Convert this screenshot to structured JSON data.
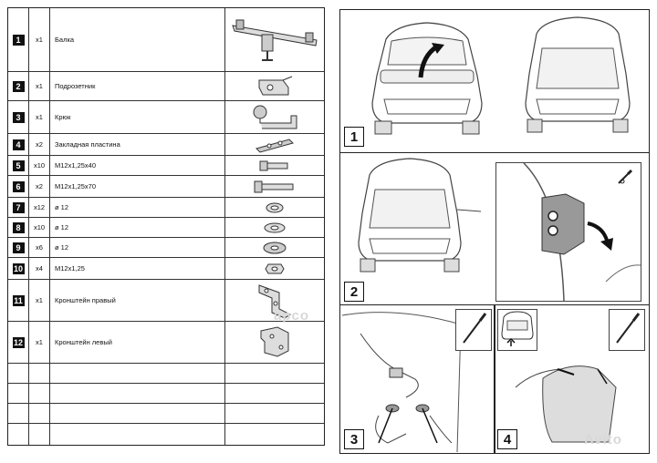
{
  "parts": [
    {
      "num": "1",
      "qty": "x1",
      "desc": "Балка",
      "icon": "tow-beam-icon"
    },
    {
      "num": "2",
      "qty": "x1",
      "desc": "Подрозетник",
      "icon": "socket-bracket-icon"
    },
    {
      "num": "3",
      "qty": "x1",
      "desc": "Крюк",
      "icon": "tow-hook-icon"
    },
    {
      "num": "4",
      "qty": "x2",
      "desc": "Закладная пластина",
      "icon": "embed-plate-icon"
    },
    {
      "num": "5",
      "qty": "x10",
      "desc": "M12x1,25x40",
      "icon": "short-bolt-icon"
    },
    {
      "num": "6",
      "qty": "x2",
      "desc": "M12x1,25x70",
      "icon": "long-bolt-icon"
    },
    {
      "num": "7",
      "qty": "x12",
      "desc": "ø 12",
      "icon": "spring-washer-icon"
    },
    {
      "num": "8",
      "qty": "x10",
      "desc": "ø 12",
      "icon": "flat-washer-icon"
    },
    {
      "num": "9",
      "qty": "x6",
      "desc": "ø 12",
      "icon": "large-washer-icon"
    },
    {
      "num": "10",
      "qty": "x4",
      "desc": "M12x1,25",
      "icon": "hex-nut-icon"
    },
    {
      "num": "11",
      "qty": "x1",
      "desc": "Кронштейн правый",
      "icon": "right-bracket-icon"
    },
    {
      "num": "12",
      "qty": "x1",
      "desc": "Кронштейн левый",
      "icon": "left-bracket-icon"
    },
    {
      "num": "",
      "qty": "",
      "desc": "",
      "icon": ""
    },
    {
      "num": "",
      "qty": "",
      "desc": "",
      "icon": ""
    },
    {
      "num": "",
      "qty": "",
      "desc": "",
      "icon": ""
    },
    {
      "num": "",
      "qty": "",
      "desc": "",
      "icon": ""
    }
  ],
  "steps": {
    "s1": "1",
    "s2": "2",
    "s3": "3",
    "s4": "4"
  },
  "watermark": "Avito",
  "brand_watermark": "apco"
}
